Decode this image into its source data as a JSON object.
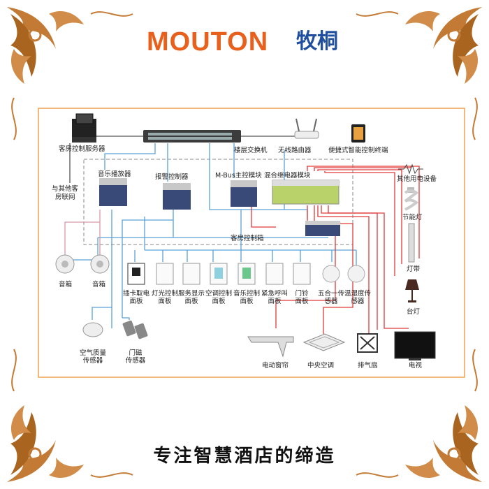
{
  "brand": {
    "name_en": "MOUTON",
    "name_cn": "牧桐"
  },
  "slogan": "专注智慧酒店的缔造",
  "diagram": {
    "room_box_label": "客房控制箱",
    "devices": {
      "room_server": "客房控制服务器",
      "floor_switch": "楼层交换机",
      "wireless_router": "无线路由器",
      "portable_terminal": "便捷式智能控制终端",
      "other_rooms": [
        "与其他客",
        "房联网"
      ],
      "music_player": "音乐播放器",
      "alarm_controller": "报警控制器",
      "mbus_master": "M-Bus主控模块",
      "mixed_relay": "混合继电器模块",
      "other_appliances": "其他用电设备",
      "energy_lamp": "节能灯",
      "light_strip": "灯带",
      "table_lamp": "台灯",
      "speaker1": "音箱",
      "speaker2": "音箱",
      "air_quality": [
        "空气质量",
        "传感器"
      ],
      "door_sensor": [
        "门磁",
        "传感器"
      ],
      "curtain": "电动窗帘",
      "central_ac": "中央空调",
      "exhaust_fan": "排气扇",
      "tv": "电视"
    },
    "panels": [
      [
        "插卡取电",
        "面板"
      ],
      [
        "灯光控制",
        "面板"
      ],
      [
        "服务显示",
        "面板"
      ],
      [
        "空调控制",
        "面板"
      ],
      [
        "音乐控制",
        "面板"
      ],
      [
        "紧急呼叫",
        "面板"
      ],
      [
        "门铃",
        "面板"
      ],
      [
        "五合一传",
        "感器"
      ],
      [
        "温湿度传",
        "感器"
      ]
    ],
    "colors": {
      "blue_line": "#5aa0d8",
      "red_line": "#e03a3a",
      "pink_line": "#d89aa8",
      "gray_line": "#555555",
      "orange": "#e8601c",
      "navy": "#1f4f9e",
      "ornament": "#b8722e"
    }
  }
}
